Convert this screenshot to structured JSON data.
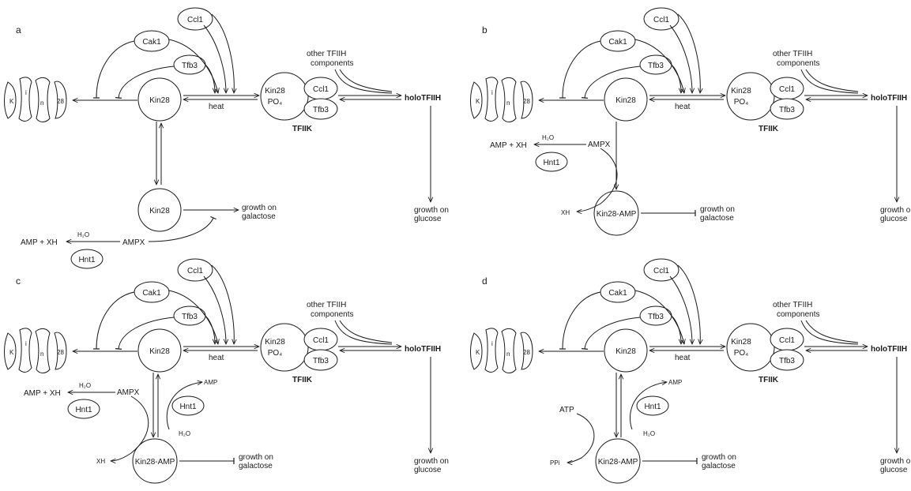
{
  "panels": [
    {
      "letter": "a",
      "ctrl": "a"
    },
    {
      "letter": "b",
      "ctrl": "b"
    },
    {
      "letter": "c",
      "ctrl": "c"
    },
    {
      "letter": "d",
      "ctrl": "d"
    }
  ],
  "labels": {
    "ccl1": "Ccl1",
    "cak1": "Cak1",
    "tfb3": "Tfb3",
    "kin28": "Kin28",
    "kin28_line1": "Kin28",
    "kin28_line2": "PO₄",
    "heat": "heat",
    "tfiik": "TFIIK",
    "other_line1": "other TFIIH",
    "other_line2": "components",
    "holo": "holoTFIIH",
    "growth_glucose_1": "growth on",
    "growth_glucose_2": "glucose",
    "growth_galactose_1": "growth on",
    "growth_galactose_2": "galactose",
    "kin28_amp": "Kin28-AMP",
    "hnt1": "Hnt1",
    "h2o": "H₂O",
    "ampx": "AMPX",
    "amp_xh": "AMP + XH",
    "xh": "XH",
    "amp": "AMP",
    "atp": "ATP",
    "ppi": "PPi",
    "proteasome": [
      "K",
      "i",
      "n",
      "28"
    ]
  }
}
